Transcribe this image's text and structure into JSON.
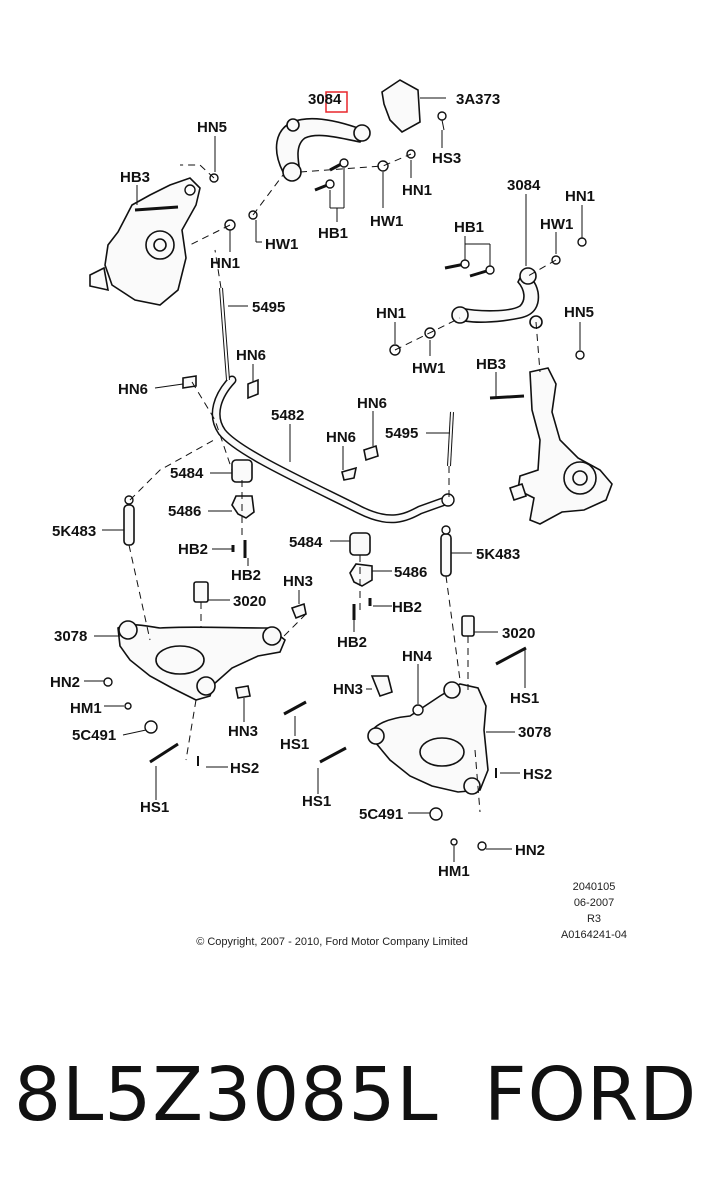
{
  "labels": {
    "top_3084": "3084",
    "l_3A373": "3A373",
    "l_HN5_a": "HN5",
    "l_HB3_a": "HB3",
    "l_HS3": "HS3",
    "l_HN1_a": "HN1",
    "l_HB1_a": "HB1",
    "l_HW1_a": "HW1",
    "l_HW1_b": "HW1",
    "l_HN1_b": "HN1",
    "l_3084_r": "3084",
    "l_HN1_c": "HN1",
    "l_HW1_c": "HW1",
    "l_HB1_b": "HB1",
    "l_5495_a": "5495",
    "l_HN1_d": "HN1",
    "l_HN5_b": "HN5",
    "l_HN6_a": "HN6",
    "l_HW1_d": "HW1",
    "l_HN6_b": "HN6",
    "l_HB3_b": "HB3",
    "l_5482": "5482",
    "l_HN6_c": "HN6",
    "l_HN6_d": "HN6",
    "l_5495_b": "5495",
    "l_5484_a": "5484",
    "l_5486_a": "5486",
    "l_5K483_a": "5K483",
    "l_HB2_a": "HB2",
    "l_HB2_b": "HB2",
    "l_5484_b": "5484",
    "l_5K483_b": "5K483",
    "l_HN3_a": "HN3",
    "l_5486_b": "5486",
    "l_3020_a": "3020",
    "l_HB2_c": "HB2",
    "l_HB2_d": "HB2",
    "l_3078_a": "3078",
    "l_3020_b": "3020",
    "l_HN4": "HN4",
    "l_HN2_a": "HN2",
    "l_HS1_a": "HS1",
    "l_HN3_b": "HN3",
    "l_HM1_a": "HM1",
    "l_HN3_c": "HN3",
    "l_5C491_a": "5C491",
    "l_HS1_b": "HS1",
    "l_3078_b": "3078",
    "l_HS2_a": "HS2",
    "l_HS2_b": "HS2",
    "l_HS1_c": "HS1",
    "l_HS1_d": "HS1",
    "l_5C491_b": "5C491",
    "l_HN2_b": "HN2",
    "l_HM1_b": "HM1"
  },
  "meta": {
    "code": "2040105",
    "date": "06-2007",
    "rev": "R3",
    "ref": "A0164241-04",
    "copyright": "© Copyright, 2007 - 2010, Ford Motor Company Limited"
  },
  "footer": {
    "part_number": "8L5Z3085L",
    "brand": "FORD"
  },
  "colors": {
    "highlight": "#e8262b",
    "ink": "#111111"
  }
}
